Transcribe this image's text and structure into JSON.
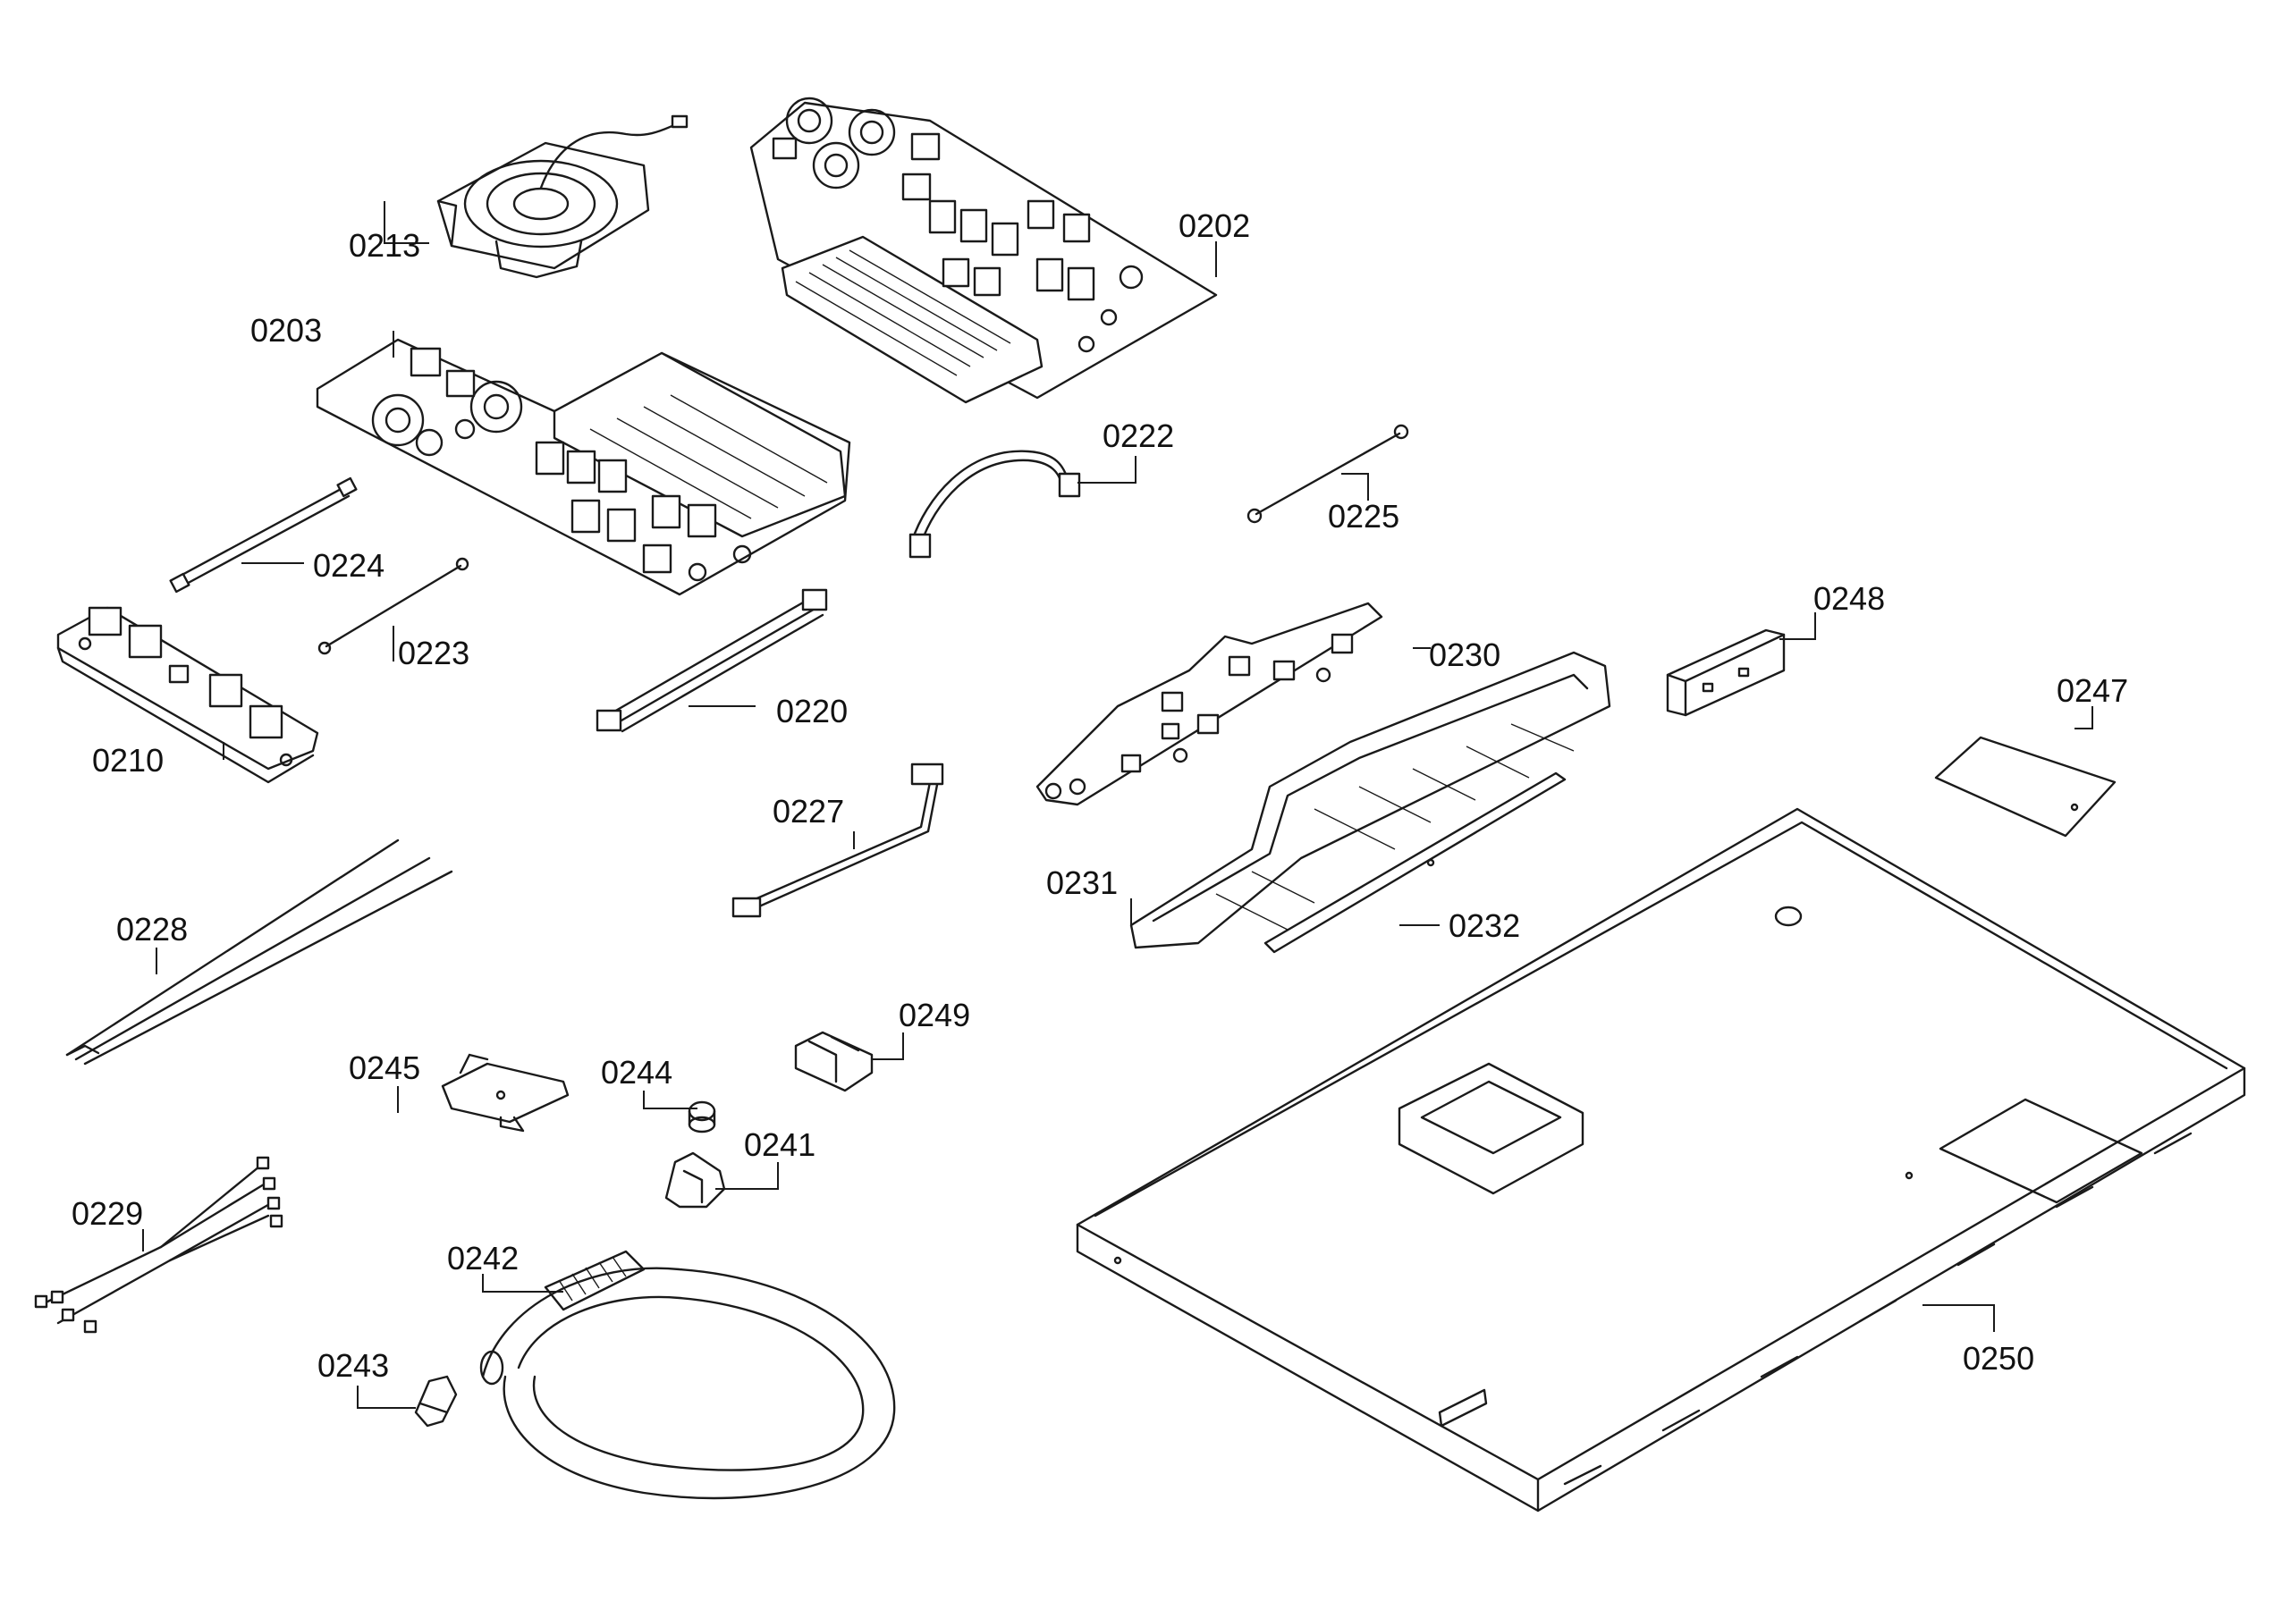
{
  "diagram": {
    "labels": {
      "p0202": "0202",
      "p0203": "0203",
      "p0210": "0210",
      "p0213": "0213",
      "p0220": "0220",
      "p0222": "0222",
      "p0223": "0223",
      "p0224": "0224",
      "p0225": "0225",
      "p0227": "0227",
      "p0228": "0228",
      "p0229": "0229",
      "p0230": "0230",
      "p0231": "0231",
      "p0232": "0232",
      "p0241": "0241",
      "p0242": "0242",
      "p0243": "0243",
      "p0244": "0244",
      "p0245": "0245",
      "p0247": "0247",
      "p0248": "0248",
      "p0249": "0249",
      "p0250": "0250"
    }
  }
}
